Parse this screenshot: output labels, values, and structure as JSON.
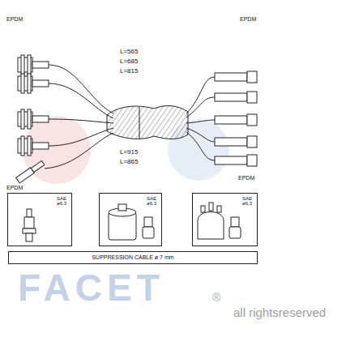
{
  "diagram": {
    "nodes": [
      {
        "text": [
          "SAE ø6,3"
        ]
      },
      {
        "text": [
          "SAE ø6,3"
        ]
      },
      {
        "text": [
          "SAE ø6,3"
        ]
      },
      {
        "text": [
          "SUPPRESSION CABLE ø 7 mm"
        ]
      }
    ],
    "labels": [
      "EPDM",
      "L=565",
      "L=685",
      "L=815",
      "EPDM",
      "L=915",
      "L=865",
      "EPDM",
      "EPDM",
      "FACET",
      "®",
      "all rightsreserved"
    ]
  }
}
